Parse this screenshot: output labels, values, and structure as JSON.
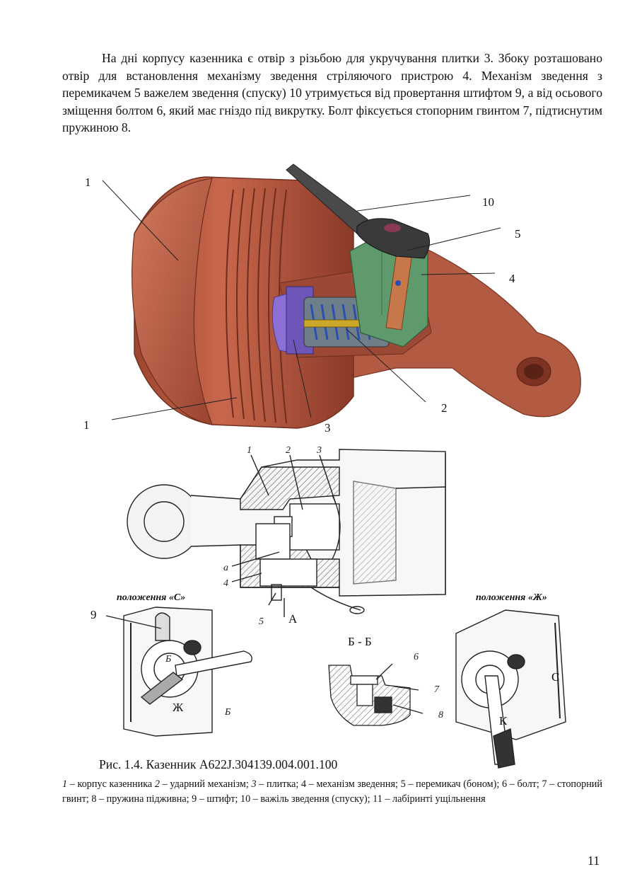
{
  "paragraph": "На дні корпусу казенника є отвір з різьбою для укручування плитки 3. Збоку розташовано отвір для встановлення механізму зведення стріляючого пристрою 4. Механізм зведення з перемикачем 5 важелем зведення (спуску) 10 утримується від провертання штифтом 9, а від осьового зміщення болтом 6, який має гніздо під викрутку. Болт фіксується стопорним гвинтом 7, підтиснутим пружиною 8.",
  "figure": {
    "top_labels": {
      "l1a": "1",
      "l10": "10",
      "l5": "5",
      "l4": "4",
      "l2": "2",
      "l1b": "1",
      "l3": "3"
    },
    "drawing_labels": {
      "d1": "1",
      "d2": "2",
      "d3": "3",
      "da": "a",
      "d4": "4",
      "d5": "5",
      "dA": "А",
      "d9": "9",
      "d6": "6",
      "d7": "7",
      "d8": "8",
      "section": "Б - Б",
      "sb": "Б",
      "szh": "Ж",
      "sbb": "Б",
      "sc": "С",
      "sk": "К"
    },
    "position_c": "положення «С»",
    "position_zh": "положення «Ж»"
  },
  "caption": {
    "title": "Рис. 1.4. Казенник А622J.304139.004.001.100",
    "items": [
      {
        "num": "1",
        "text": " – корпус казенника "
      },
      {
        "num": "2",
        "text": " – ударний механізм; "
      },
      {
        "num": "3",
        "text": " – плитка; 4 – механізм зведення; 5 – перемикач (боном); 6 – болт; 7 – стопорний гвинт; 8 – пружина підживна; 9 – штифт; 10 – важіль зведення (спуску); 11 – лабіринті ущільнення"
      }
    ]
  },
  "page_number": "11",
  "colors": {
    "housing": "#b8573f",
    "housing_dark": "#8a3a28",
    "mechanism": "#5f9a6c",
    "plate": "#8c6fd4",
    "lever": "#4a4a4a",
    "switch": "#c7784a"
  }
}
